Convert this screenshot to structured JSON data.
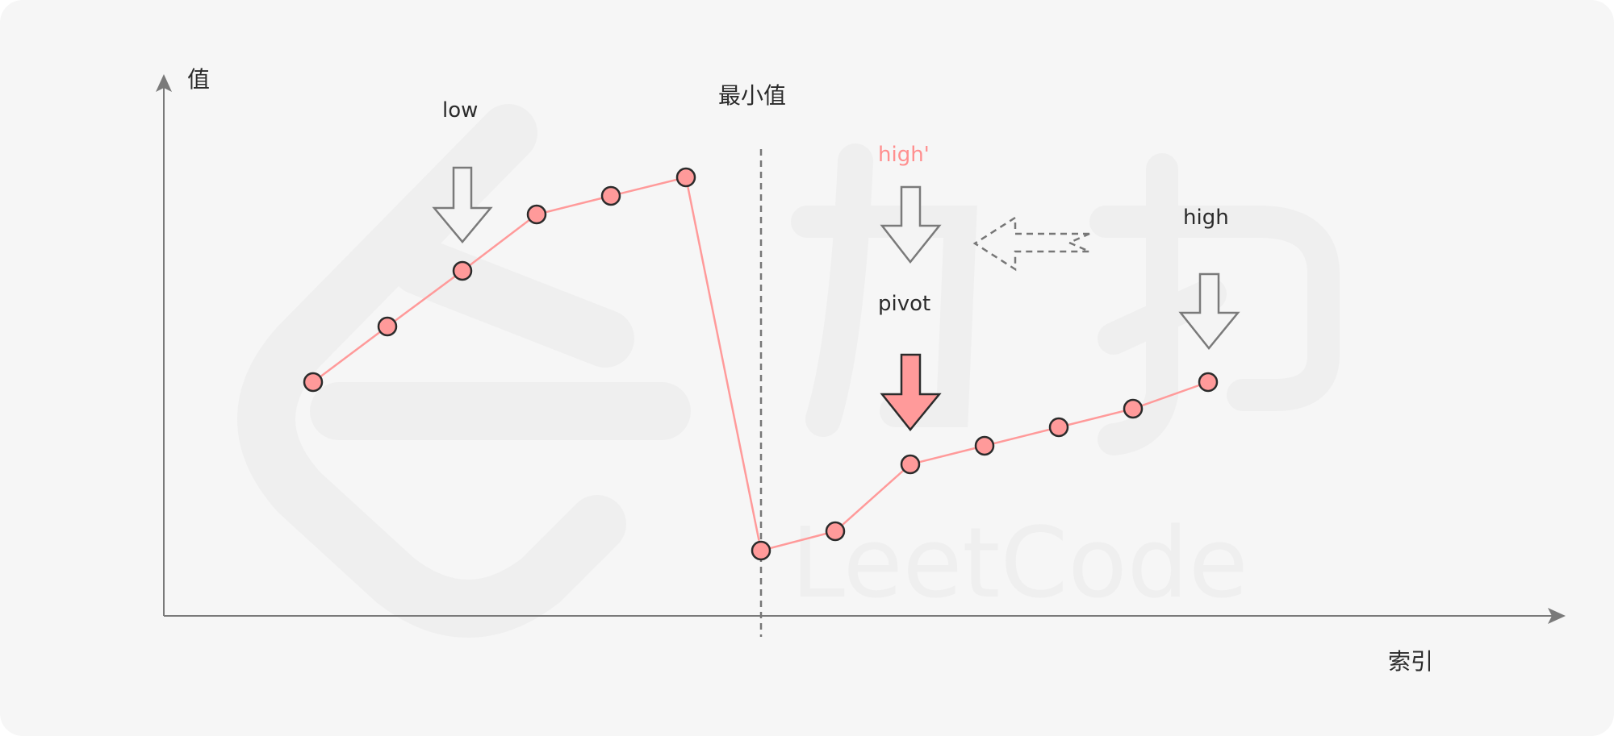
{
  "labels": {
    "y_axis": "值",
    "x_axis": "索引",
    "min_value": "最小值",
    "low": "low",
    "high": "high",
    "high_prime": "high'",
    "pivot": "pivot"
  },
  "colors": {
    "point_fill": "#ff9a9a",
    "line": "#ff9a9a",
    "axis": "#7a7a7a",
    "high_prime_text": "#ff8f8f",
    "pivot_arrow": "#ff9a9a",
    "background": "#f6f6f6"
  },
  "watermark": {
    "text": "LeetCode 力扣"
  }
}
